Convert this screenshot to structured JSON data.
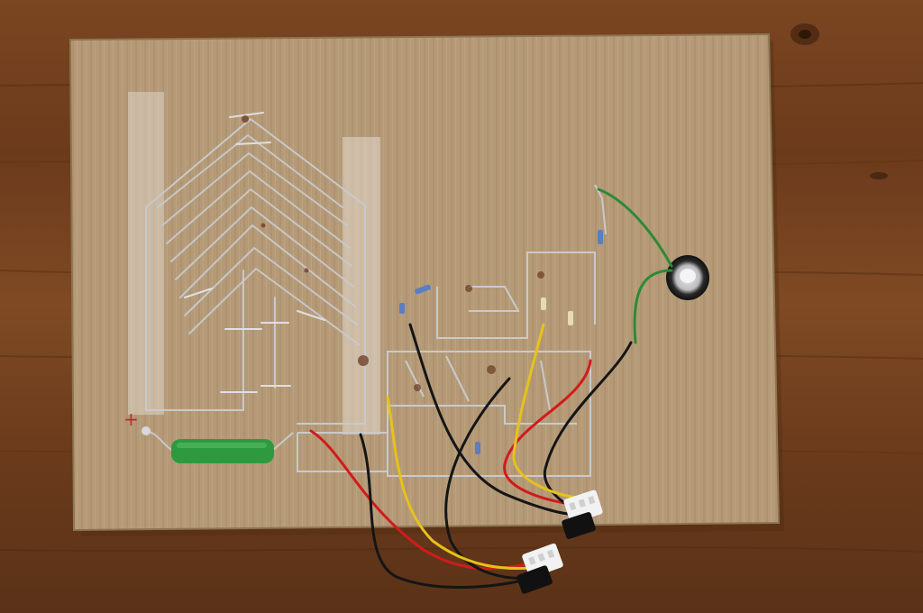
{
  "photo": {
    "marking_plus": "+",
    "colors": {
      "table_wood": "#7a4521",
      "table_wood_dark": "#5b3218",
      "cardboard": "#b59a78",
      "cardboard_shadow": "#9c8262",
      "tape": "#e9e4dc",
      "solder_wire": "#c9c9cc",
      "resistor_body": "#2e9a3f",
      "wire_red": "#d21b1b",
      "wire_black": "#151515",
      "wire_yellow": "#e6c21a",
      "wire_green": "#2c8a36",
      "connector": "#f2f2f2",
      "marking": "#c0282a"
    },
    "objects": [
      "wooden-table",
      "cardboard-sheet",
      "christmas-tree-wire-frame",
      "power-resistor",
      "circuit-wiring",
      "piezo-buzzer",
      "red-wire",
      "black-wire",
      "yellow-wire",
      "green-wire",
      "jst-connector-left",
      "jst-connector-right"
    ]
  }
}
